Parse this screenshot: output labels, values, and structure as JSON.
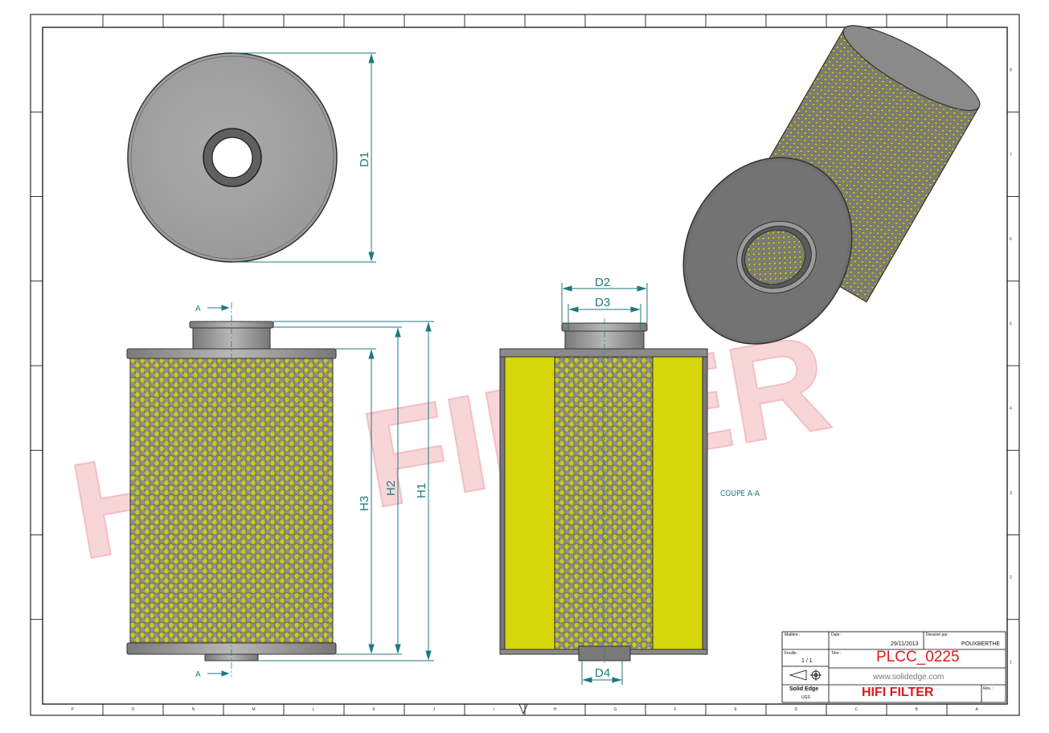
{
  "drawing": {
    "section_label": "COUPE A-A",
    "section_markers": [
      "A",
      "A"
    ],
    "dimensions": {
      "d1": "D1",
      "d2": "D2",
      "d3": "D3",
      "d4": "D4",
      "h1": "H1",
      "h2": "H2",
      "h3": "H3"
    },
    "watermark": "HIFI FILTER"
  },
  "frame": {
    "bottom_letters": [
      "P",
      "O",
      "N",
      "M",
      "L",
      "K",
      "J",
      "I",
      "H",
      "G",
      "F",
      "E",
      "D",
      "C",
      "B",
      "A"
    ],
    "right_numbers": [
      "8",
      "7",
      "6",
      "5",
      "4",
      "3",
      "2",
      "1"
    ]
  },
  "title_block": {
    "matiere_label": "Matière :",
    "date_label": "Date :",
    "date_value": "29/11/2013",
    "dessine_label": "Dessiné par :",
    "dessine_value": "POUXBERTHE",
    "feuille_label": "Feuille :",
    "feuille_value": "1 / 1",
    "titre_label": "Titre :",
    "titre_value": "PLCC_0225",
    "website": "www.solidedge.com",
    "software": "Solid Edge",
    "software_sub": "UGS",
    "company": "HIFI FILTER",
    "rev_label": "Rév. :"
  },
  "colors": {
    "dimension": "#1f7a80",
    "filter_yellow": "#d6d60a",
    "steel": "#9a9a9a",
    "title_red": "#e0191b",
    "watermark": "#f4b5ba"
  },
  "icons": [
    "projection-symbol-icon",
    "sheet-center-arrow-icon"
  ]
}
